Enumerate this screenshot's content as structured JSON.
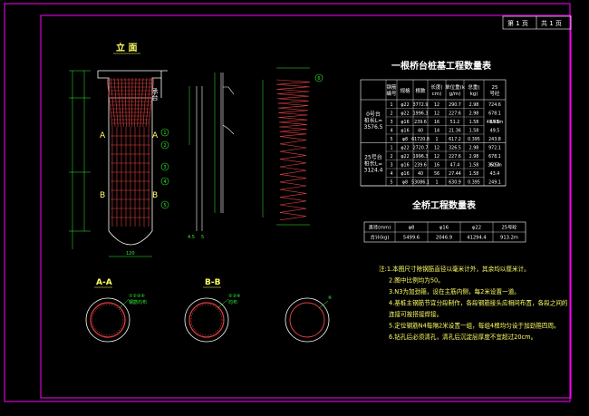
{
  "sheet": {
    "page_label": "第 1 页",
    "total_label": "共 1 页"
  },
  "views": {
    "elevation_title": "立 面",
    "section_aa_title": "A-A",
    "section_bb_title": "B-B",
    "cap_label": "承台",
    "marks": [
      "A",
      "A",
      "B",
      "B"
    ],
    "callouts": [
      "1",
      "2",
      "3",
      "4",
      "5",
      "6"
    ],
    "section_aa_labels": [
      "①②③④",
      "钢筋均布"
    ],
    "section_bb_labels": [
      "②③④",
      "均布"
    ],
    "section_c_label": "⑥",
    "bottom_dim": "120",
    "small_dims": [
      "4.5",
      "5"
    ]
  },
  "table1": {
    "title": "一根桥台桩基工程数量表",
    "headers": [
      "",
      "钢筋编号",
      "规格",
      "根数",
      "长度(cm)",
      "单位重(kg/m)",
      "总重(kg)",
      "25号砼"
    ],
    "groups": [
      {
        "name_lines": [
          "0号台",
          "桩长L=",
          "3576.5"
        ],
        "concrete": "40.45m",
        "rows": [
          [
            "1",
            "φ22",
            "3772.9",
            "12",
            "290.7",
            "2.98",
            "724.6"
          ],
          [
            "2",
            "φ22",
            "1996.3",
            "12",
            "227.6",
            "2.98",
            "678.1"
          ],
          [
            "3",
            "φ16",
            "239.6",
            "16",
            "51.2",
            "1.58",
            "65.6"
          ],
          [
            "4",
            "φ16",
            "40",
            "14",
            "21.36",
            "1.58",
            "49.5"
          ],
          [
            "5",
            "φ8",
            "61720.8",
            "1",
            "617.2",
            "0.395",
            "243.8"
          ]
        ]
      },
      {
        "name_lines": [
          "25号台",
          "桩长L=",
          "3124.4"
        ],
        "concrete": "35.5m",
        "rows": [
          [
            "1",
            "φ22",
            "2720.7",
            "12",
            "326.5",
            "2.98",
            "972.1"
          ],
          [
            "2",
            "φ22",
            "1996.3",
            "12",
            "227.6",
            "2.98",
            "678.1"
          ],
          [
            "3",
            "φ16",
            "239.6",
            "16",
            "47.4",
            "1.58",
            "60.3"
          ],
          [
            "4",
            "φ16",
            "40",
            "56",
            "27.44",
            "1.58",
            "43.4"
          ],
          [
            "5",
            "φ8",
            "53086.1",
            "1",
            "630.9",
            "0.395",
            "249.1"
          ]
        ]
      }
    ]
  },
  "table2": {
    "title": "全桥工程数量表",
    "headers": [
      "",
      "φ8",
      "φ16",
      "φ22",
      "25号砼"
    ],
    "rows": [
      [
        "直径(mm)",
        "φ8",
        "φ16",
        "φ22",
        "25号砼"
      ],
      [
        "合计(kg)",
        "5499.6",
        "2046.9",
        "41294.4",
        "913.2m"
      ]
    ]
  },
  "notes": [
    "注:1.本图尺寸除钢筋直径以毫米计外，其余均以厘米计。",
    "2.图中比例均为50。",
    "3.N3为加劲箍，设在主筋内侧，每2米设置一道。",
    "4.基桩主钢筋节宜分段制作，各段钢筋接头应相间布置，各段之间的",
    "连接可按搭接焊接。",
    "5.定位钢筋N4每隔2米设置一组，每组4根均匀设于加劲箍四周。",
    "6.钻孔后必须清孔，清孔后沉淀层厚度不宜超过20cm。"
  ],
  "colors": {
    "background": "#000000",
    "border": "#ff00ff",
    "rebar": "#e04040",
    "lines": "#ffffff",
    "dims": "#33ee33",
    "yellow": "#ffff66"
  }
}
